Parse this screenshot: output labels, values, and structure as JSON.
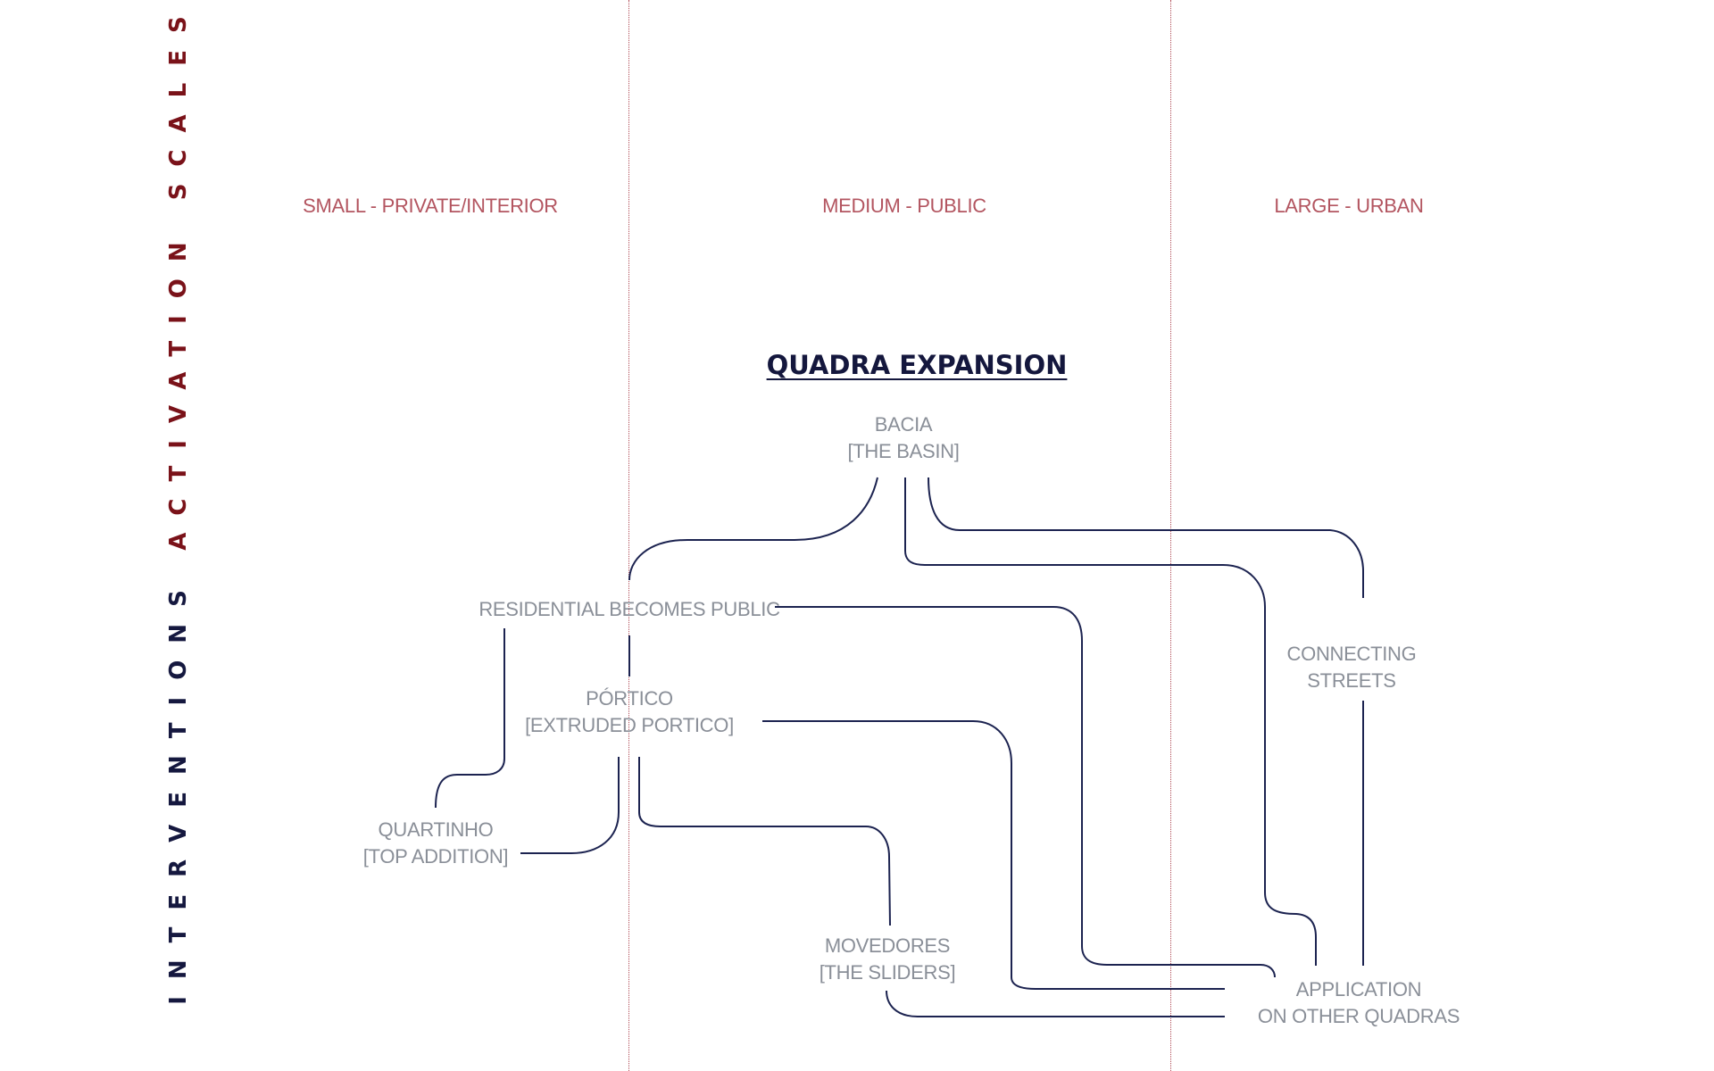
{
  "axis": {
    "interventions": "INTERVENTIONS",
    "activation_scales": "ACTIVATION SCALES",
    "interventions_color": "#15183f",
    "activation_color": "#7a1219"
  },
  "scales": {
    "small": "SMALL - PRIVATE/INTERIOR",
    "medium": "MEDIUM - PUBLIC",
    "large": "LARGE - URBAN"
  },
  "title": "QUADRA EXPANSION",
  "nodes": {
    "bacia": {
      "line1": "BACIA",
      "line2": "[THE BASIN]"
    },
    "residential": {
      "line1": "RESIDENTIAL BECOMES PUBLIC"
    },
    "portico": {
      "line1": "PÓRTICO",
      "line2": "[EXTRUDED PORTICO]"
    },
    "quartinho": {
      "line1": "QUARTINHO",
      "line2": "[TOP ADDITION]"
    },
    "movedores": {
      "line1": "MOVEDORES",
      "line2": "[THE SLIDERS]"
    },
    "connecting": {
      "line1": "CONNECTING",
      "line2": "STREETS"
    },
    "application": {
      "line1": "APPLICATION",
      "line2": "ON OTHER QUADRAS"
    }
  },
  "colors": {
    "divider": "#b04a55",
    "connector": "#1c2350",
    "header": "#b35560",
    "node_text": "#8a8f98",
    "title": "#14173d"
  }
}
